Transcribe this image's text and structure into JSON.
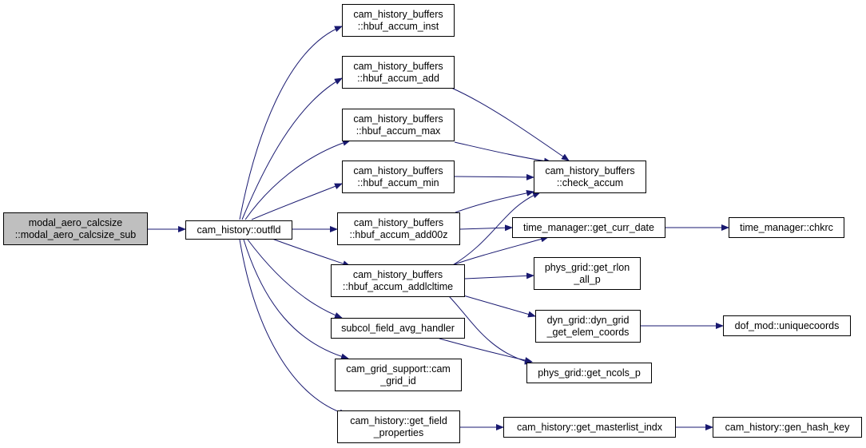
{
  "colors": {
    "edge": "#191970",
    "root_fill": "#bfbfbf",
    "node_fill": "#ffffff",
    "border": "#000000"
  },
  "nodes": {
    "root": {
      "line1": "modal_aero_calcsize",
      "line2": "::modal_aero_calcsize_sub"
    },
    "outfld": {
      "line1": "cam_history::outfld"
    },
    "inst": {
      "line1": "cam_history_buffers",
      "line2": "::hbuf_accum_inst"
    },
    "add": {
      "line1": "cam_history_buffers",
      "line2": "::hbuf_accum_add"
    },
    "max": {
      "line1": "cam_history_buffers",
      "line2": "::hbuf_accum_max"
    },
    "min": {
      "line1": "cam_history_buffers",
      "line2": "::hbuf_accum_min"
    },
    "add00z": {
      "line1": "cam_history_buffers",
      "line2": "::hbuf_accum_add00z"
    },
    "addlcltime": {
      "line1": "cam_history_buffers",
      "line2": "::hbuf_accum_addlcltime"
    },
    "subcol": {
      "line1": "subcol_field_avg_handler"
    },
    "gridid": {
      "line1": "cam_grid_support::cam",
      "line2": "_grid_id"
    },
    "getfield": {
      "line1": "cam_history::get_field",
      "line2": "_properties"
    },
    "check": {
      "line1": "cam_history_buffers",
      "line2": "::check_accum"
    },
    "currdate": {
      "line1": "time_manager::get_curr_date"
    },
    "chkrc": {
      "line1": "time_manager::chkrc"
    },
    "rlon": {
      "line1": "phys_grid::get_rlon",
      "line2": "_all_p"
    },
    "elem": {
      "line1": "dyn_grid::dyn_grid",
      "line2": "_get_elem_coords"
    },
    "unique": {
      "line1": "dof_mod::uniquecoords"
    },
    "ncols": {
      "line1": "phys_grid::get_ncols_p"
    },
    "master": {
      "line1": "cam_history::get_masterlist_indx"
    },
    "hash": {
      "line1": "cam_history::gen_hash_key"
    }
  }
}
